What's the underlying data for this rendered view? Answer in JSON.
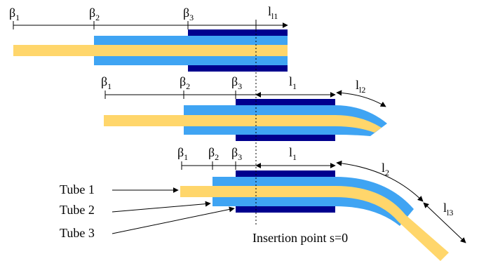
{
  "colors": {
    "tube1": "#FFD66B",
    "tube2": "#3FA4F3",
    "tube3": "#00008E",
    "line": "#000000"
  },
  "labels": {
    "beta": "β",
    "l": "l",
    "sub1": "1",
    "sub2": "2",
    "sub3": "3",
    "sub_l1": "l1",
    "sub_l2": "l2",
    "sub_l3": "l3"
  },
  "tube_labels": [
    "Tube 1",
    "Tube 2",
    "Tube 3"
  ],
  "insertion_label": "Insertion point s=0"
}
